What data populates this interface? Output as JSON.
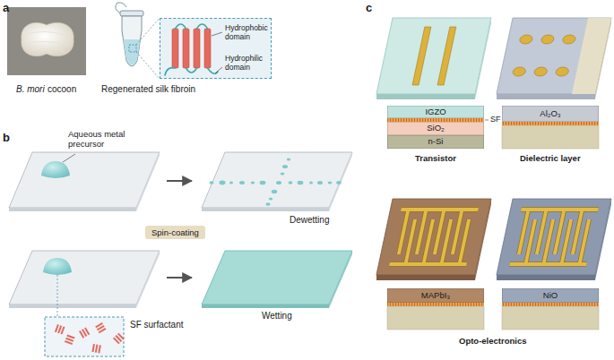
{
  "diagram": {
    "nodes": [
      {
        "text": [
          "Hydrophobic domain",
          "Hydrophilic domain"
        ]
      },
      {
        "text": [
          "Spin-coating"
        ]
      },
      {
        "text": [
          "IGZO"
        ]
      },
      {
        "text": [
          "SiO₂"
        ]
      },
      {
        "text": [
          "n-Si"
        ]
      },
      {
        "text": [
          "Al₂O₃"
        ]
      },
      {
        "text": [
          "MAPbI₃"
        ]
      },
      {
        "text": [
          "NiO"
        ]
      }
    ],
    "labels": [
      "a",
      "B. mori",
      "cocoon",
      "Regenerated silk fibroin",
      "b",
      "Aqueous metal precursor",
      "Dewetting",
      "Wetting",
      "SF surfactant",
      "c",
      "SF",
      "Transistor",
      "Dielectric layer",
      "Opto-electronics"
    ]
  }
}
